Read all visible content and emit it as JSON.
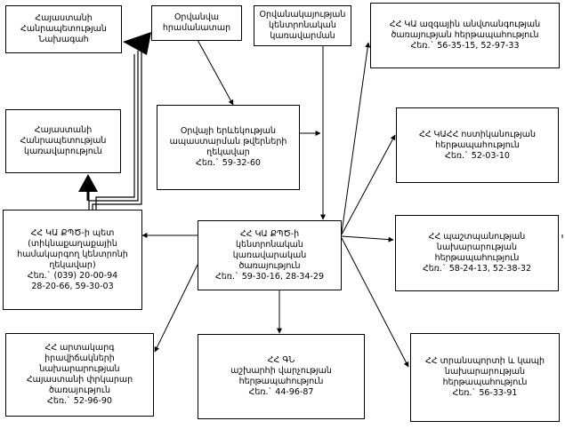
{
  "boxes": {
    "president_office": "Հայաստանի\nՀանրապետության\nՆախագահ",
    "government_staff": "Հայաստանի\nՀանրապետության\nկառավարություն",
    "emergency_manager": "Օրվանվա\nհրամանատար",
    "central_manager": "Օրվանակայության\nկենտրոնական\nկառավարման",
    "national_security": "ՀՀ ԿԱ ազգային անվտանգության\nծառայության հերթապահություն\nՀեռ.` 56-35-15, 52-97-33",
    "operative_group": "Օրվայի երևեկության\nապաստարման թվերների\nղեկավար\nՀեռ.` 59-32-60",
    "police_duty": "ՀՀ ԿԱՀՀ ոստիկանության\nհերթապահություն\nՀեռ.` 52-03-10",
    "regional_center": "ՀՀ ԿԱ ՔՊԾ-ի պետ\n(տիկնաքաղաքային\nհամակարգող կենտրոնի\nղեկավար)\nՀեռ.` (039) 20-00-94\n28-20-66, 59-30-03",
    "central_service": "ՀՀ ԿԱ ՔՊԾ-ի\nկենտրոնական\nկառավարական\nծառայություն\nՀեռ.` 59-30-16, 28-34-29",
    "defense_duty": "ՀՀ պաշտպանության\nնախարարության\nհերթապահություն\nՀեռ.` 58-24-13, 52-38-32",
    "transport_ministry": "ՀՀ արտակարգ\nիրավիճակների\nնախարարության\nՀայաստանի փրկարար\nծառայություն\nՀեռ.` 52-96-90",
    "health_duty": "ՀՀ ԳՆ\nաշխարհի վարչության\nհերթապահություն\nՀեռ.` 44-96-87",
    "transport_duty": "ՀՀ տրանսպորտի և կապի\nնախարարության\nհերթապահություն\nՀեռ.` 56-33-91"
  }
}
